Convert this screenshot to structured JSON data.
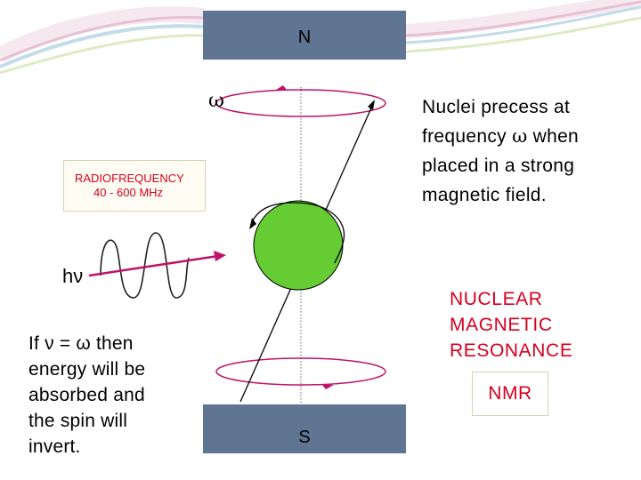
{
  "poles": {
    "north": "N",
    "south": "S"
  },
  "precession": {
    "symbol": "ω"
  },
  "description": {
    "line1": "Nuclei precess at",
    "line2_pre": "frequency ",
    "line2_symbol": "ω",
    "line2_post": " when",
    "line3": "placed in a strong",
    "line4": "magnetic field."
  },
  "radiofrequency": {
    "line1": "RADIOFREQUENCY",
    "line2": "40 - 600 MHz"
  },
  "photon": {
    "label": "hν"
  },
  "condition": {
    "line1": "If ν = ω then",
    "line2": "energy will be",
    "line3": "absorbed and",
    "line4": "the spin will",
    "line5": "invert."
  },
  "nmr": {
    "title_line1": "NUCLEAR",
    "title_line2": "MAGNETIC",
    "title_line3": "RESONANCE",
    "abbreviation": "NMR"
  },
  "colors": {
    "pole_fill": "#5f7592",
    "accent_red": "#d8001f",
    "nucleus_green": "#66cc33",
    "orbit_magenta": "#c0126a",
    "wave_dark": "#222222"
  }
}
